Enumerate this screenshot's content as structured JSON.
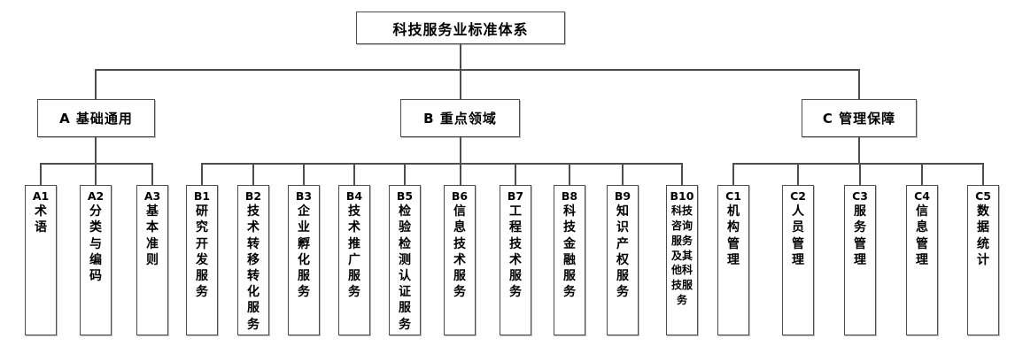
{
  "diagram": {
    "title": "科技服务业标准体系",
    "colors": {
      "line": "#4d4d4d",
      "border": "#4d4d4d",
      "text": "#000000",
      "background": "#ffffff"
    },
    "root": {
      "label": "科技服务业标准体系"
    },
    "branches": [
      {
        "code": "A",
        "label": "A 基础通用",
        "children": [
          {
            "code": "A1",
            "label": "术语"
          },
          {
            "code": "A2",
            "label": "分类与编码"
          },
          {
            "code": "A3",
            "label": "基本准则"
          }
        ]
      },
      {
        "code": "B",
        "label": "B 重点领域",
        "children": [
          {
            "code": "B1",
            "label": "研究开发服务"
          },
          {
            "code": "B2",
            "label": "技术转移转化服务"
          },
          {
            "code": "B3",
            "label": "企业孵化服务"
          },
          {
            "code": "B4",
            "label": "技术推广服务"
          },
          {
            "code": "B5",
            "label": "检验检测认证服务"
          },
          {
            "code": "B6",
            "label": "信息技术服务"
          },
          {
            "code": "B7",
            "label": "工程技术服务"
          },
          {
            "code": "B8",
            "label": "科技金融服务"
          },
          {
            "code": "B9",
            "label": "知识产权服务"
          },
          {
            "code": "B10",
            "label": "科技咨询服务及其他科技服务"
          }
        ]
      },
      {
        "code": "C",
        "label": "C 管理保障",
        "children": [
          {
            "code": "C1",
            "label": "机构管理"
          },
          {
            "code": "C2",
            "label": "人员管理"
          },
          {
            "code": "C3",
            "label": "服务管理"
          },
          {
            "code": "C4",
            "label": "信息管理"
          },
          {
            "code": "C5",
            "label": "数据统计"
          }
        ]
      }
    ]
  }
}
